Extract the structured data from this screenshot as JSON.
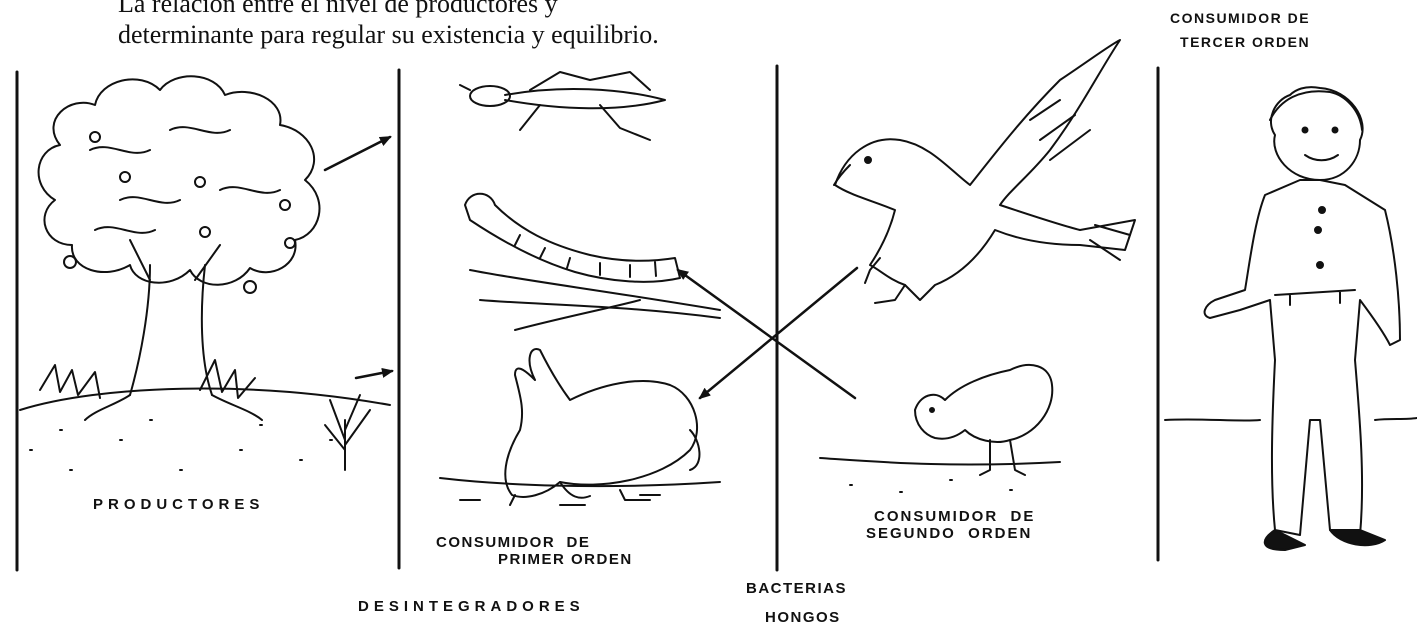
{
  "intro": {
    "line1": "La relación entre el nivel de productores y",
    "line2": "determinante para regular su existencia y equilibrio."
  },
  "labels": {
    "productores": "PRODUCTORES",
    "consumidor_primer": [
      "CONSUMIDOR  DE",
      "PRIMER ORDEN"
    ],
    "consumidor_segundo": [
      "CONSUMIDOR  DE",
      "SEGUNDO  ORDEN"
    ],
    "consumidor_tercer": [
      "CONSUMIDOR DE",
      "TERCER ORDEN"
    ],
    "desintegradores": "DESINTEGRADORES",
    "bacterias": "BACTERIAS",
    "hongos": "HONGOS"
  }
}
